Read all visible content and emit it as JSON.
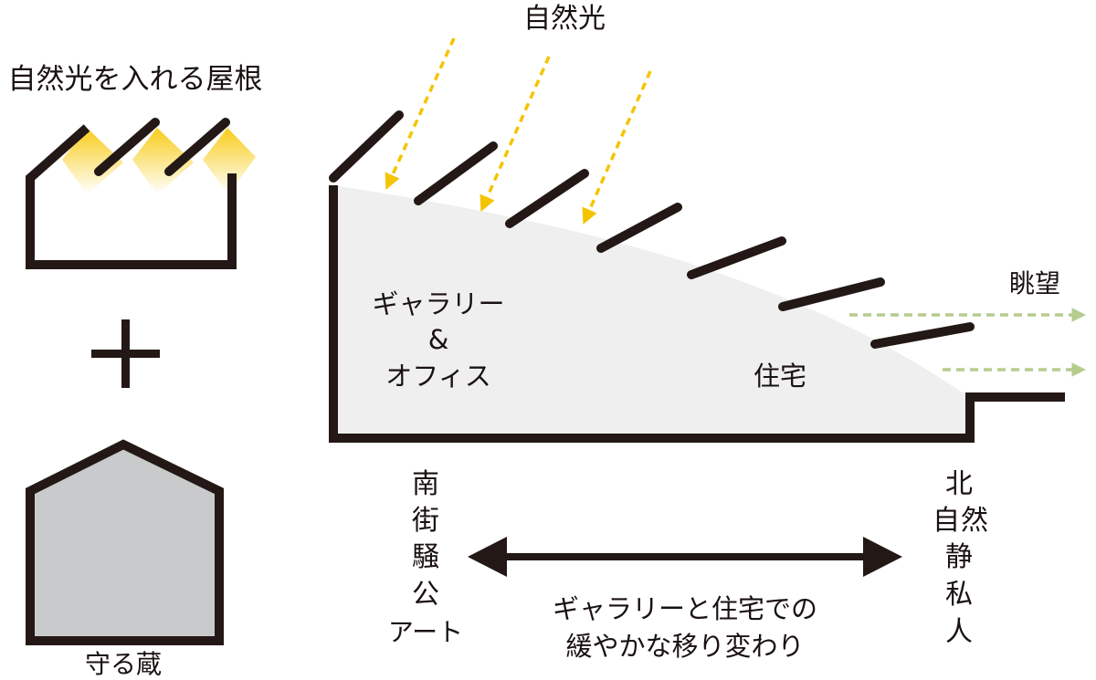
{
  "labels": {
    "natural_light_roof": "自然光を入れる屋根",
    "natural_light": "自然光",
    "view": "眺望",
    "gallery": "ギャラリー",
    "ampersand": "&",
    "office": "オフィス",
    "residence": "住宅",
    "storehouse": "守る蔵",
    "plus": "+",
    "south": [
      "南",
      "街",
      "騒",
      "公",
      "アート"
    ],
    "north": [
      "北",
      "自",
      "然",
      "静",
      "私",
      "人"
    ],
    "transition": [
      "ギャラリーと住宅での",
      "緩やかな移り変わり"
    ]
  },
  "colors": {
    "ink": "#231815",
    "light_arrow": "#F5C400",
    "sun_glow": "#F8CC1A",
    "view_arrow": "#B5CC8E",
    "building_fill": "#EFEFEF",
    "storehouse_fill": "#C9CACC"
  },
  "icons": {
    "plus": "plus-sign",
    "arrow": "double-headed-arrow"
  }
}
